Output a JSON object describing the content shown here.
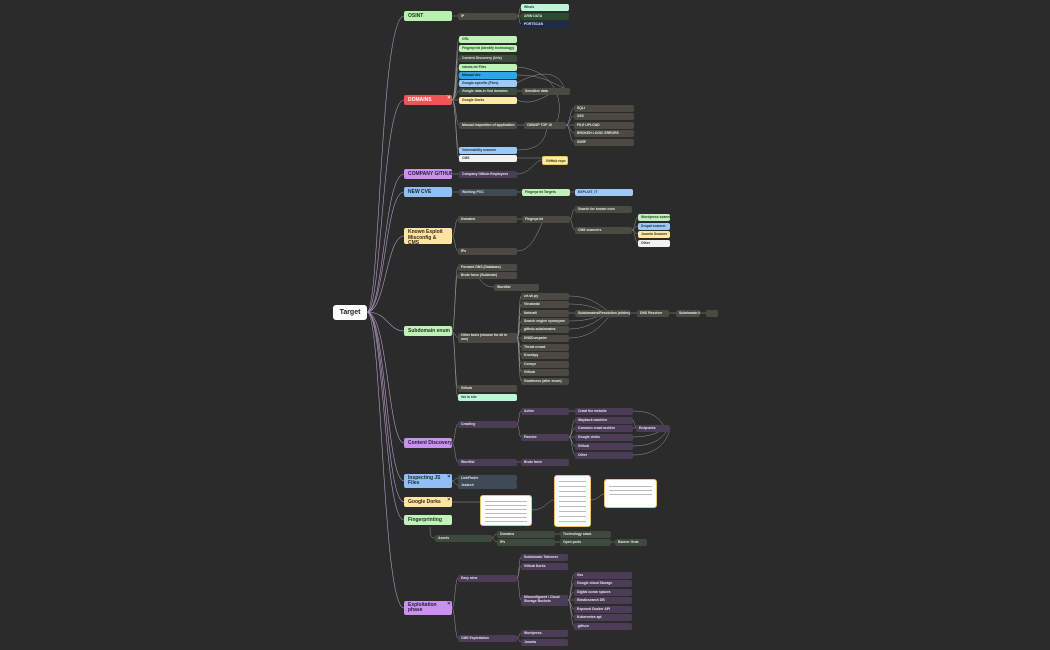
{
  "root": {
    "label": "Target"
  },
  "main": {
    "osint": "OSINT",
    "domains": "DOMAINS",
    "company_github": "COMPANY GITHUB",
    "new_cve": "NEW CVE",
    "known_exploit": "Known Exploit Misconfig & CMS",
    "subdomain_enum": "Subdomain enum",
    "content_discovery": "Content Discovery",
    "inspecting_js": "Inspecting JS Files",
    "google_dorks": "Google Dorks",
    "fingerprinting": "Fingerprinting",
    "exploitation": "Exploitation phase"
  },
  "osint": {
    "ip": "IP",
    "items": [
      "Whois",
      "ARIN DATA",
      "PORTSCAN"
    ]
  },
  "domains": {
    "list": [
      "CRL",
      "Fingerprint (identify technology)",
      "Content Discovery (Urls)",
      "robots.txt Files",
      "Manual dev",
      "Google-specific (Files)",
      "Google data-in find domains",
      "Google Dorks"
    ],
    "sensitive": "Sensitive data",
    "manual": "Manual inspection of application",
    "owasp": "OWASP TOP 10",
    "owasp_items": [
      "SQLi",
      "XSS",
      "FILE UPLOAD",
      "BROKEN LOGIC ERRORS",
      "SSRF"
    ],
    "vuln_scanner": "Vulnerability scanner",
    "cms": "CMS",
    "github_repo": "GitHub repo"
  },
  "company_github": {
    "employees": "Company Github Employees"
  },
  "new_cve": {
    "working_poc": "Working POC",
    "fingerprint": "Fingerprint Targets",
    "exploit": "EXPLOIT_IT"
  },
  "known_exploit": {
    "domains": "Domains",
    "fingerprint": "Fingerprint",
    "ips": "IPs",
    "search_known": "Search for known cves",
    "cms_scanners": "CMS scanners",
    "scanners": [
      "Wordpress scanner",
      "Drupal scanner",
      "Joomla Scanner",
      "Other"
    ]
  },
  "subdomain_enum": {
    "forward_dns": "Forward DNS (Database)",
    "brute_force": "Brute force (Subbrute)",
    "wordlist": "Wordlist",
    "other_tools": "Other tools (choose for all in one)",
    "tools": [
      "crt.sh.py",
      "Virustotal",
      "Netcraft",
      "Search engine synonyms",
      "github-subdomains",
      "DNSDumpster",
      "Threat crowd",
      "Knockpy",
      "Censys",
      "Github",
      "Gowitness (after enum)"
    ],
    "subdomains_resolution": "Subdomains/Resolution (altdns)",
    "dns_resolver": "DNS Resolver",
    "subdomain_list": "Subdomain list",
    "github": "Github",
    "list_site": "list in site"
  },
  "content_discovery": {
    "crawling": "Crawling",
    "active": "Active",
    "passive": "Passive",
    "crawl_site": "Crawl the website",
    "passive_items": [
      "Wayback machine",
      "Common crawl archive",
      "Google dorks",
      "Github",
      "Other"
    ],
    "endpoints": "Endpoints",
    "wordlist": "Wordlist",
    "brute_force": "Brute force"
  },
  "inspecting_js": {
    "linkfinder": "LinkFinder",
    "jsearch": "Jsearch"
  },
  "fingerprinting": {
    "assets": "Assets",
    "domains": "Domains",
    "ips": "IPs",
    "tech_stack": "Technology stack",
    "open_ports": "Open ports",
    "banner_grab": "Banner Grab"
  },
  "exploitation": {
    "easy_wins": "Easy wins",
    "easy_items": [
      "Subdomain Takeover",
      "Github Dorks"
    ],
    "misconfig": "Misconfigured / Cloud Storage Buckets",
    "misconfig_items": [
      "Xss",
      "Google cloud Storage",
      "Digital ocean spaces",
      "Elasticsearch DB",
      "Exposed Docker API",
      "Kubernetes api",
      ".git/svn"
    ],
    "cms_exploitation": "CMS Exploitation",
    "cms_items": [
      "Wordpress",
      "Joomla"
    ]
  }
}
